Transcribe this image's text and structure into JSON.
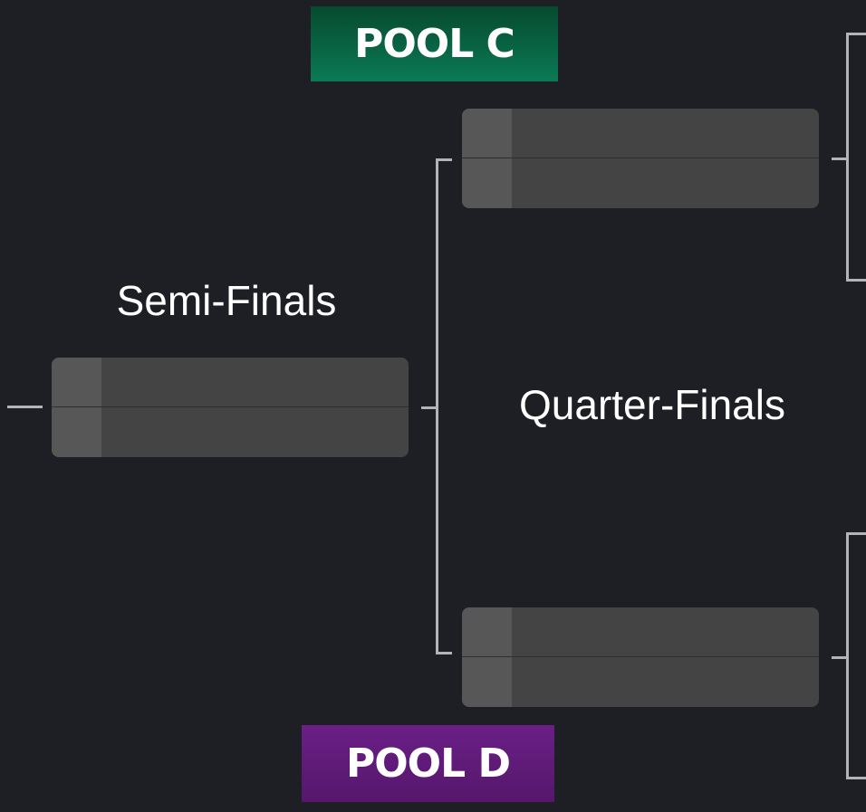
{
  "pools": {
    "top": "POOL C",
    "bottom": "POOL D"
  },
  "rounds": {
    "semi": "Semi-Finals",
    "quarter": "Quarter-Finals"
  },
  "colors": {
    "background": "#1e1f24",
    "pool_c": "#0a6a48",
    "pool_d": "#5e1a78",
    "match": "#444444",
    "seed": "#575757",
    "connector": "#b4b4b8"
  }
}
